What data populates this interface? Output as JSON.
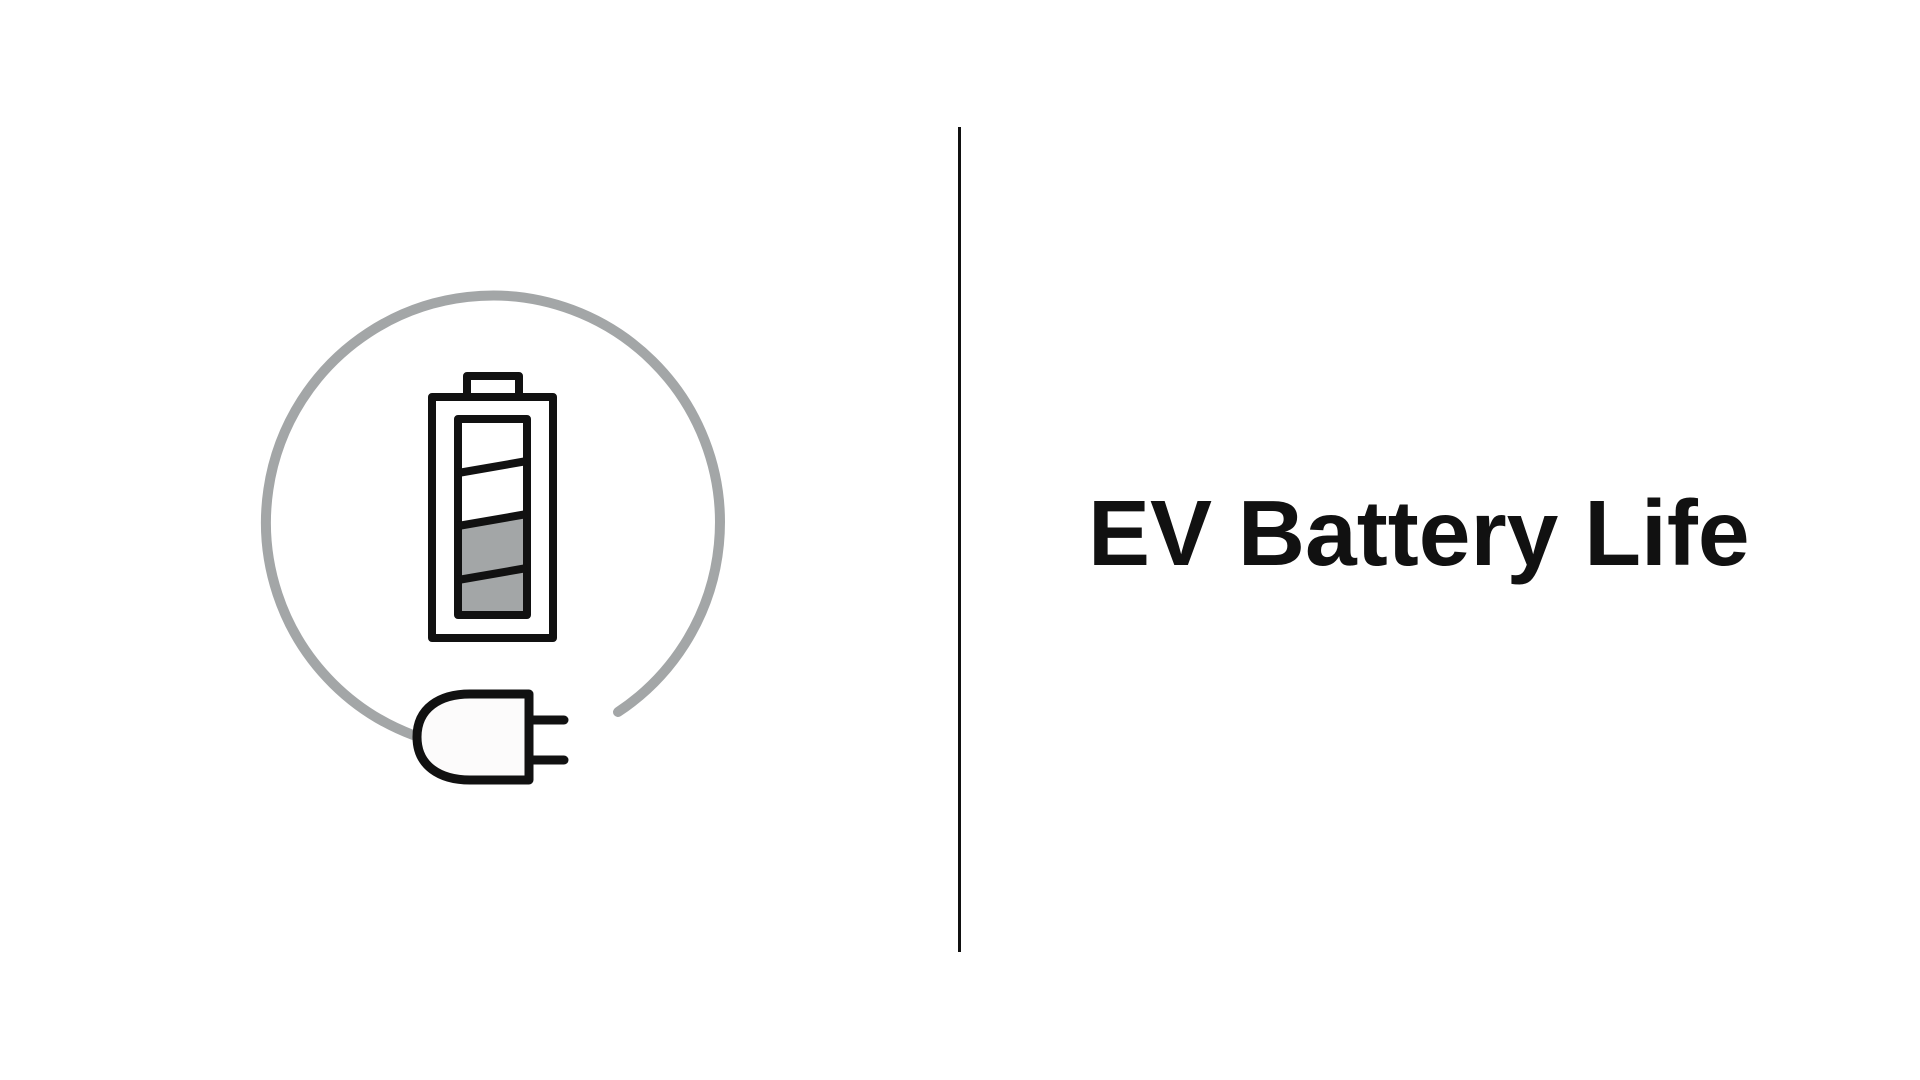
{
  "title": "EV Battery Life",
  "icon": {
    "name": "battery-charging-plug-icon",
    "charge_level_segments_filled": 2,
    "charge_level_segments_total": 4
  },
  "colors": {
    "stroke": "#111111",
    "cable": "#a3a6a7",
    "fill": "#a3a6a7"
  }
}
